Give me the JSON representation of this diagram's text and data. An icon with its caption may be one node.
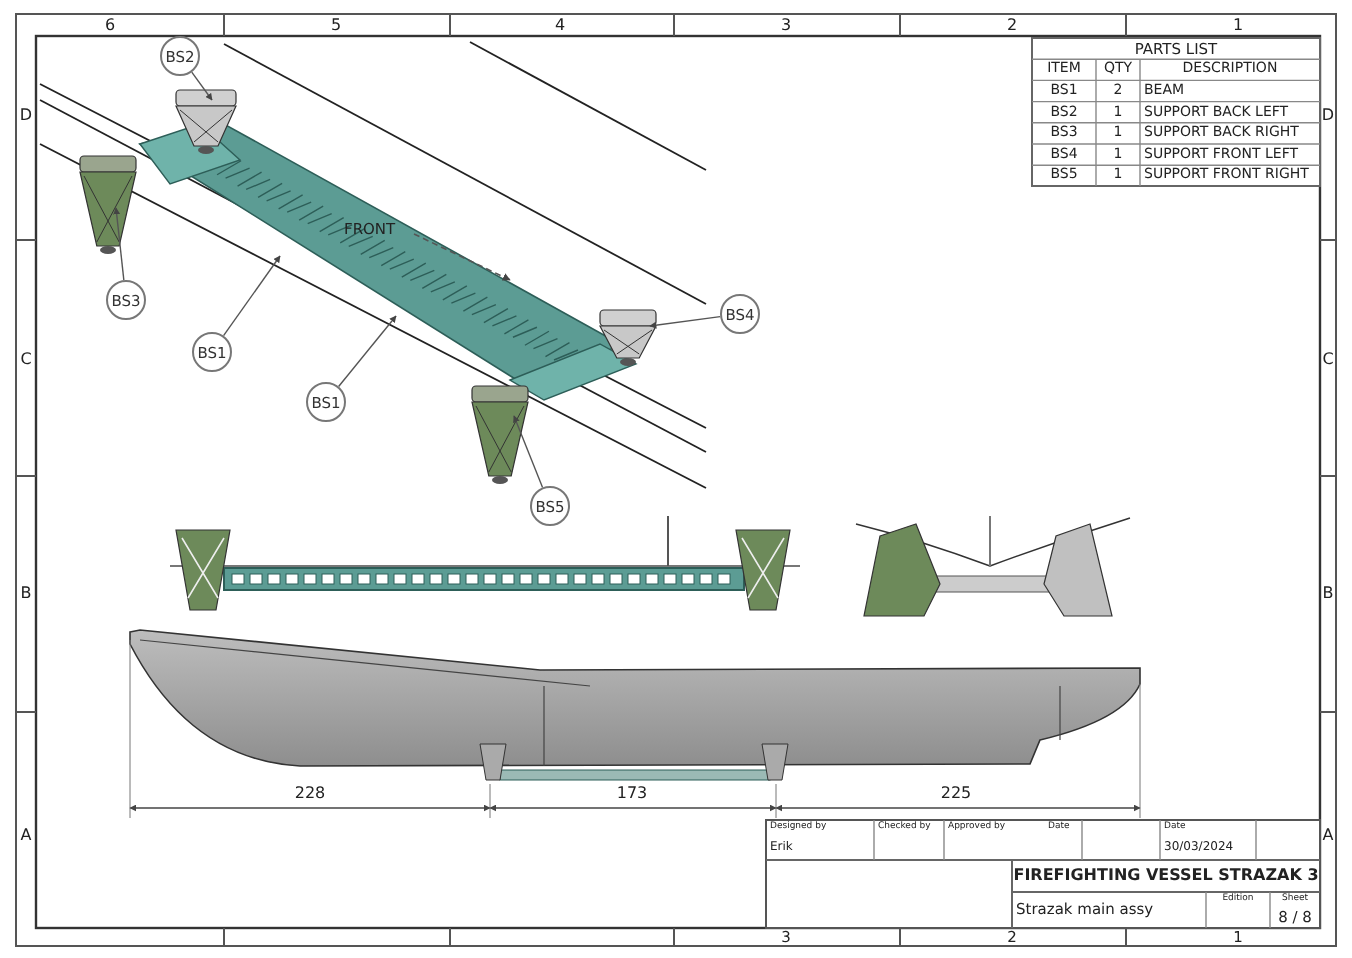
{
  "diagram": {
    "nodes": [
      {
        "text": [
          "BS2"
        ]
      },
      {
        "text": [
          "BS3"
        ]
      },
      {
        "text": [
          "BS1"
        ]
      },
      {
        "text": [
          "BS1"
        ]
      },
      {
        "text": [
          "BS4"
        ]
      },
      {
        "text": [
          "BS5"
        ]
      }
    ],
    "edges": [
      {
        "from": 0,
        "to": null,
        "arrow": "to"
      },
      {
        "from": 1,
        "to": null,
        "arrow": "to"
      },
      {
        "from": 2,
        "to": null,
        "arrow": "to"
      },
      {
        "from": 3,
        "to": null,
        "arrow": "to"
      },
      {
        "from": 4,
        "to": null,
        "arrow": "to"
      },
      {
        "from": 5,
        "to": null,
        "arrow": "to"
      }
    ],
    "labels": [
      "6",
      "5",
      "4",
      "3",
      "2",
      "1",
      "PARTS LIST",
      "ITEM",
      "QTY",
      "DESCRIPTION",
      "BS1",
      "2",
      "BEAM",
      "BS2",
      "1",
      "SUPPORT BACK LEFT",
      "BS3",
      "1",
      "SUPPORT BACK RIGHT",
      "BS4",
      "1",
      "SUPPORT FRONT LEFT",
      "BS5",
      "1",
      "SUPPORT FRONT RIGHT",
      "D",
      "D",
      "FRONT",
      "C",
      "C",
      "B",
      "B",
      "228",
      "173",
      "225",
      "A",
      "A",
      "Designed by",
      "Checked by",
      "Approved by",
      "Date",
      "Date",
      "Erik",
      "30/03/2024",
      "FIREFIGHTING VESSEL STRAZAK 3",
      "Strazak main assy",
      "Edition",
      "Sheet",
      "8 / 8",
      "3",
      "2",
      "1"
    ]
  }
}
